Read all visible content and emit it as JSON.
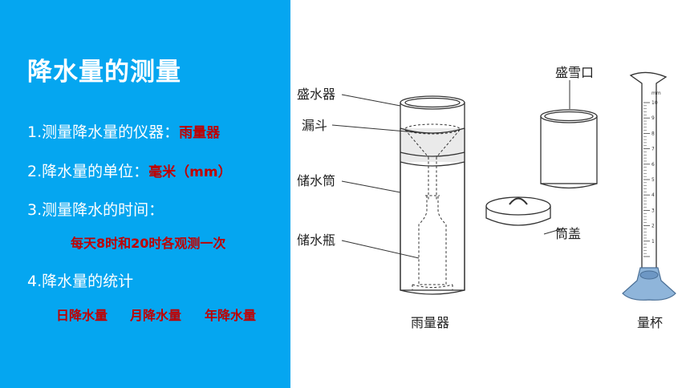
{
  "slide": {
    "title": "降水量的测量",
    "items": [
      {
        "text": "1.测量降水量的仪器：",
        "answer": "雨量器"
      },
      {
        "text": "2.降水量的单位：",
        "answer": "毫米（mm）"
      },
      {
        "text": "3.测量降水的时间：",
        "answer": ""
      },
      {
        "text": "4.降水量的统计",
        "answer": ""
      }
    ],
    "time_answer": "每天8时和20时各观测一次",
    "stats_answer": [
      "日降水量",
      "月降水量",
      "年降水量"
    ]
  },
  "figure": {
    "labels": {
      "water_collector": "盛水器",
      "funnel": "漏斗",
      "storage_tube": "储水筒",
      "storage_bottle": "储水瓶",
      "gauge": "雨量器",
      "snow_port": "盛雪口",
      "tube_cover": "筒盖",
      "cup": "量杯"
    },
    "cup_unit": "mm",
    "cup_ticks": [
      "10",
      "9",
      "8",
      "7",
      "6",
      "5",
      "4",
      "3",
      "2",
      "1"
    ],
    "colors": {
      "panel": "#05a6f0",
      "answer": "#c00000",
      "cup_fill": "#8fb5da"
    }
  }
}
